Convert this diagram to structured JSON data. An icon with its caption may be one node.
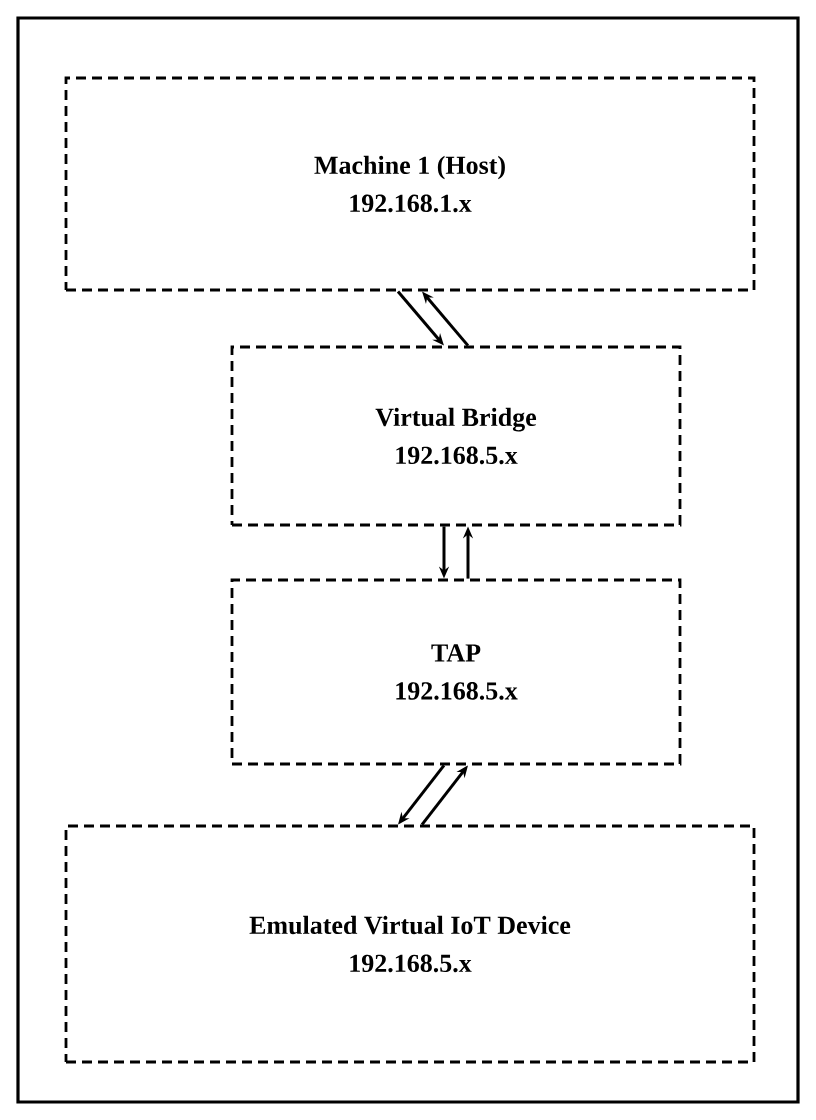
{
  "diagram": {
    "nodes": [
      {
        "text": [
          "Machine 1 (Host)",
          "192.168.1.x"
        ]
      },
      {
        "text": [
          "Virtual Bridge",
          "192.168.5.x"
        ]
      },
      {
        "text": [
          "TAP",
          "192.168.5.x"
        ]
      },
      {
        "text": [
          "Emulated Virtual IoT Device",
          "192.168.5.x"
        ]
      }
    ],
    "edges": [
      {
        "from": 0,
        "to": 1,
        "arrow": "to"
      },
      {
        "from": 1,
        "to": 0,
        "arrow": "to"
      },
      {
        "from": 1,
        "to": 2,
        "arrow": "to"
      },
      {
        "from": 2,
        "to": 1,
        "arrow": "to"
      },
      {
        "from": 2,
        "to": 3,
        "arrow": "to"
      },
      {
        "from": 3,
        "to": 2,
        "arrow": "to"
      }
    ]
  }
}
